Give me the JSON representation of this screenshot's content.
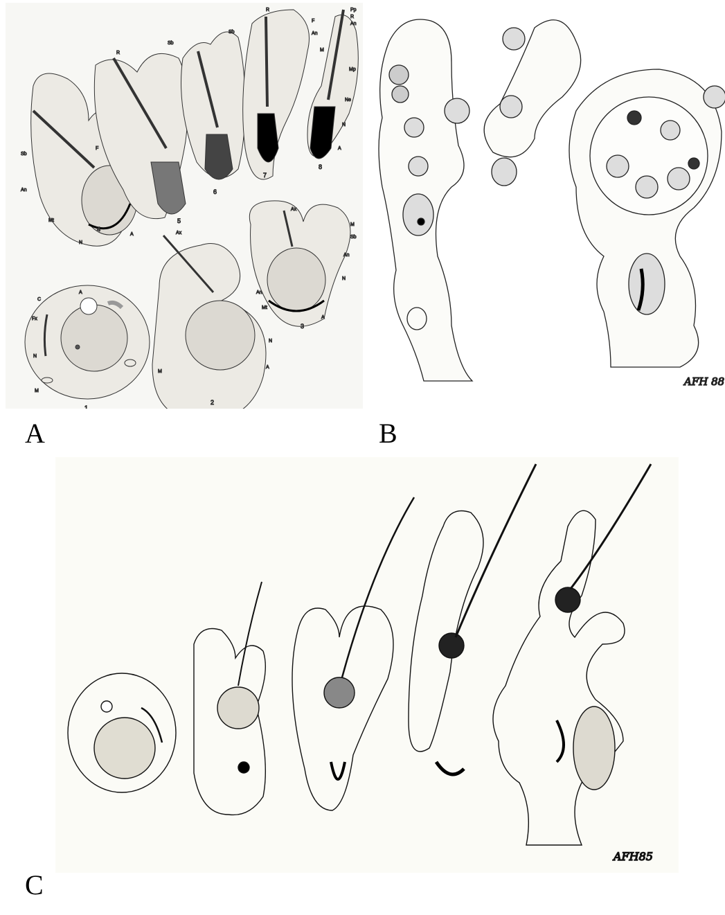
{
  "panels": {
    "a": {
      "letter": "A"
    },
    "b": {
      "letter": "B"
    },
    "c": {
      "letter": "C"
    }
  },
  "panel_a_labels": {
    "stage_numbers": [
      "1",
      "2",
      "3",
      "4",
      "5",
      "6",
      "7",
      "8"
    ],
    "A": "A",
    "C": "C",
    "Fx": "Fx",
    "N": "N",
    "M": "M",
    "Ax": "Ax",
    "Mt": "Mt",
    "An": "An",
    "Sb": "Sb",
    "Mp": "Mp",
    "Ne": "Ne",
    "R": "R",
    "F": "F",
    "Pp": "Pp"
  },
  "signatures": {
    "b": "AFH 88",
    "c": "AFH85"
  }
}
